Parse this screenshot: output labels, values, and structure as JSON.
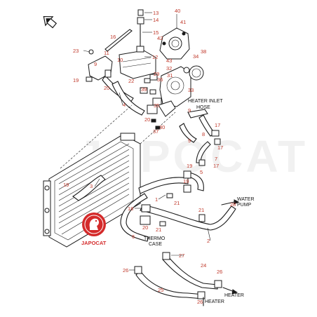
{
  "diagram": {
    "callouts": [
      {
        "id": "c13",
        "text": "13"
      },
      {
        "id": "c14",
        "text": "14"
      },
      {
        "id": "c15",
        "text": "15"
      },
      {
        "id": "c16",
        "text": "16"
      },
      {
        "id": "c40",
        "text": "40"
      },
      {
        "id": "c41",
        "text": "41"
      },
      {
        "id": "c42",
        "text": "42"
      },
      {
        "id": "c23",
        "text": "23"
      },
      {
        "id": "c11",
        "text": "11"
      },
      {
        "id": "c10",
        "text": "10"
      },
      {
        "id": "c12",
        "text": "12"
      },
      {
        "id": "c43",
        "text": "43"
      },
      {
        "id": "c38",
        "text": "38"
      },
      {
        "id": "c34",
        "text": "34"
      },
      {
        "id": "c32",
        "text": "32"
      },
      {
        "id": "c31",
        "text": "31"
      },
      {
        "id": "c33",
        "text": "33"
      },
      {
        "id": "c19a",
        "text": "19"
      },
      {
        "id": "c9a",
        "text": "9"
      },
      {
        "id": "c20a",
        "text": "20"
      },
      {
        "id": "c22",
        "text": "22"
      },
      {
        "id": "c29",
        "text": "29"
      },
      {
        "id": "c36",
        "text": "36"
      },
      {
        "id": "c39",
        "text": "39"
      },
      {
        "id": "c35",
        "text": "35"
      },
      {
        "id": "c4",
        "text": "4"
      },
      {
        "id": "c20b",
        "text": "20"
      },
      {
        "id": "c30",
        "text": "30"
      },
      {
        "id": "c37",
        "text": "37"
      },
      {
        "id": "c9b",
        "text": "9"
      },
      {
        "id": "c8",
        "text": "8"
      },
      {
        "id": "c9c",
        "text": "9"
      },
      {
        "id": "c17a",
        "text": "17"
      },
      {
        "id": "c17b",
        "text": "17"
      },
      {
        "id": "c7",
        "text": "7"
      },
      {
        "id": "c17c",
        "text": "17"
      },
      {
        "id": "c19b",
        "text": "19"
      },
      {
        "id": "c5",
        "text": "5"
      },
      {
        "id": "c19c",
        "text": "19"
      },
      {
        "id": "c3",
        "text": "3"
      },
      {
        "id": "c1",
        "text": "1"
      },
      {
        "id": "c19d",
        "text": "19"
      },
      {
        "id": "c21a",
        "text": "21"
      },
      {
        "id": "c18",
        "text": "18"
      },
      {
        "id": "c28",
        "text": "28"
      },
      {
        "id": "c21b",
        "text": "21"
      },
      {
        "id": "c20c",
        "text": "20"
      },
      {
        "id": "c21c",
        "text": "21"
      },
      {
        "id": "c6",
        "text": "6"
      },
      {
        "id": "c2",
        "text": "2"
      },
      {
        "id": "c27",
        "text": "27"
      },
      {
        "id": "c24",
        "text": "24"
      },
      {
        "id": "c26a",
        "text": "26"
      },
      {
        "id": "c26b",
        "text": "26"
      },
      {
        "id": "c25",
        "text": "25"
      },
      {
        "id": "c26c",
        "text": "26"
      }
    ],
    "labels": {
      "heater_inlet_line1": "HEATER INLET",
      "heater_inlet_line2": "HOSE",
      "water_pump_line1": "WATER",
      "water_pump_line2": "PUMP",
      "thermo_line1": "THERMO",
      "thermo_line2": "CASE",
      "heater_right": "HEATER",
      "heater_bottom": "HEATER"
    },
    "watermark": "JAPOCAT",
    "logo_text": "JAPOCAT",
    "colors": {
      "callout": "#c0392b",
      "line": "#1a1a1a",
      "logo_red": "#d42a2a",
      "watermark": "#d8d8d8"
    },
    "icons": {
      "front_arrow": "front-direction-arrow-icon",
      "logo": "japocat-logo-icon"
    }
  }
}
